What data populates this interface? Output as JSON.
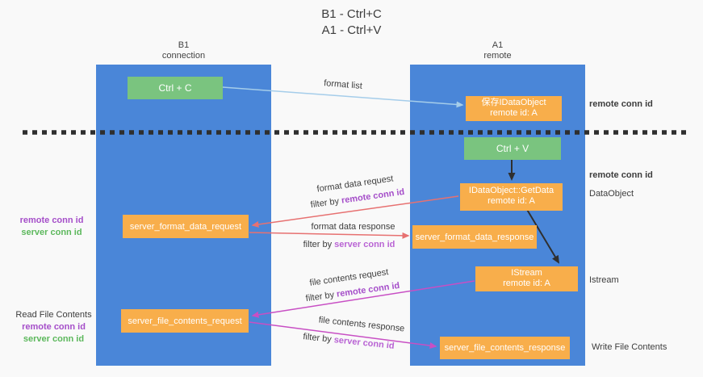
{
  "title": {
    "line1": "B1 - Ctrl+C",
    "line2": "A1 - Ctrl+V"
  },
  "columns": {
    "left": {
      "name": "B1",
      "subtitle": "connection"
    },
    "right": {
      "name": "A1",
      "subtitle": "remote"
    }
  },
  "nodes": {
    "ctrl_c": {
      "label": "Ctrl + C"
    },
    "ctrl_v": {
      "label": "Ctrl + V"
    },
    "save_dataobject": {
      "line1": "保存IDataObject",
      "line2": "remote id: A"
    },
    "getdata": {
      "line1": "IDataObject::GetData",
      "line2": "remote id: A"
    },
    "istream": {
      "line1": "IStream",
      "line2": "remote id: A"
    },
    "server_format_data_request": {
      "label": "server_format_data_request"
    },
    "server_format_data_response": {
      "label": "server_format_data_response"
    },
    "server_file_contents_request": {
      "label": "server_file_contents_request"
    },
    "server_file_contents_response": {
      "label": "server_file_contents_response"
    }
  },
  "flow_labels": {
    "format_list": "format list",
    "format_data_request": "format data request",
    "format_data_response": "format data response",
    "file_contents_request": "file contents request",
    "file_contents_response": "file contents response",
    "filter_by": "filter by",
    "remote_conn_id": "remote conn id",
    "server_conn_id": "server conn id"
  },
  "side_labels": {
    "remote_conn_id": "remote conn id",
    "server_conn_id": "server conn id",
    "data_object": "DataObject",
    "istream": "Istream",
    "read_file_contents": "Read File Contents",
    "write_file_contents": "Write File Contents"
  },
  "colors": {
    "background": "#f9f9f9",
    "column_blue": "#4a86d8",
    "node_green": "#7ac47f",
    "node_orange": "#f8ae4b",
    "text_dark": "#3d3d3d",
    "label_purple": "#a54ec9",
    "label_purple_light": "#b964d4",
    "label_green": "#5cb85c",
    "arrow_light_blue": "#a5cdea",
    "arrow_red": "#e77171",
    "arrow_magenta": "#c84fc4",
    "arrow_black": "#2f2f2f",
    "divider_black": "#2e2e2e"
  }
}
